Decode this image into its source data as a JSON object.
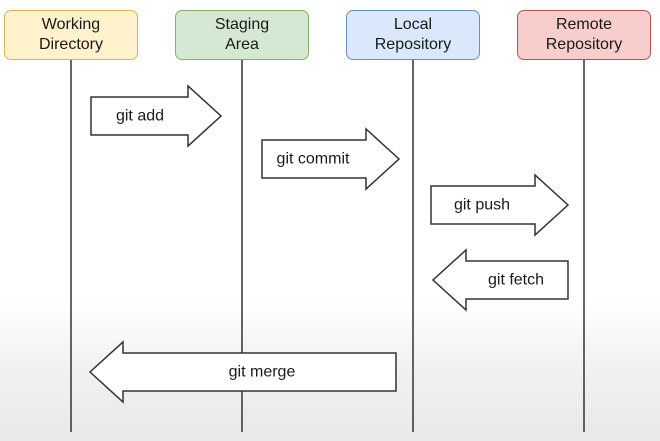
{
  "columns": [
    {
      "label": "Working\nDirectory",
      "fill": "#fff2cc",
      "stroke": "#d6b656"
    },
    {
      "label": "Staging\nArea",
      "fill": "#d5e8d4",
      "stroke": "#82b366"
    },
    {
      "label": "Local\nRepository",
      "fill": "#dae8fc",
      "stroke": "#6c8ebf"
    },
    {
      "label": "Remote\nRepository",
      "fill": "#f8cecc",
      "stroke": "#b85450"
    }
  ],
  "arrows": {
    "git_add": "git add",
    "git_commit": "git commit",
    "git_push": "git push",
    "git_fetch": "git fetch",
    "git_merge": "git merge"
  },
  "colors": {
    "line": "#333333",
    "arrow_fill": "#ffffff",
    "arrow_stroke": "#333333"
  }
}
